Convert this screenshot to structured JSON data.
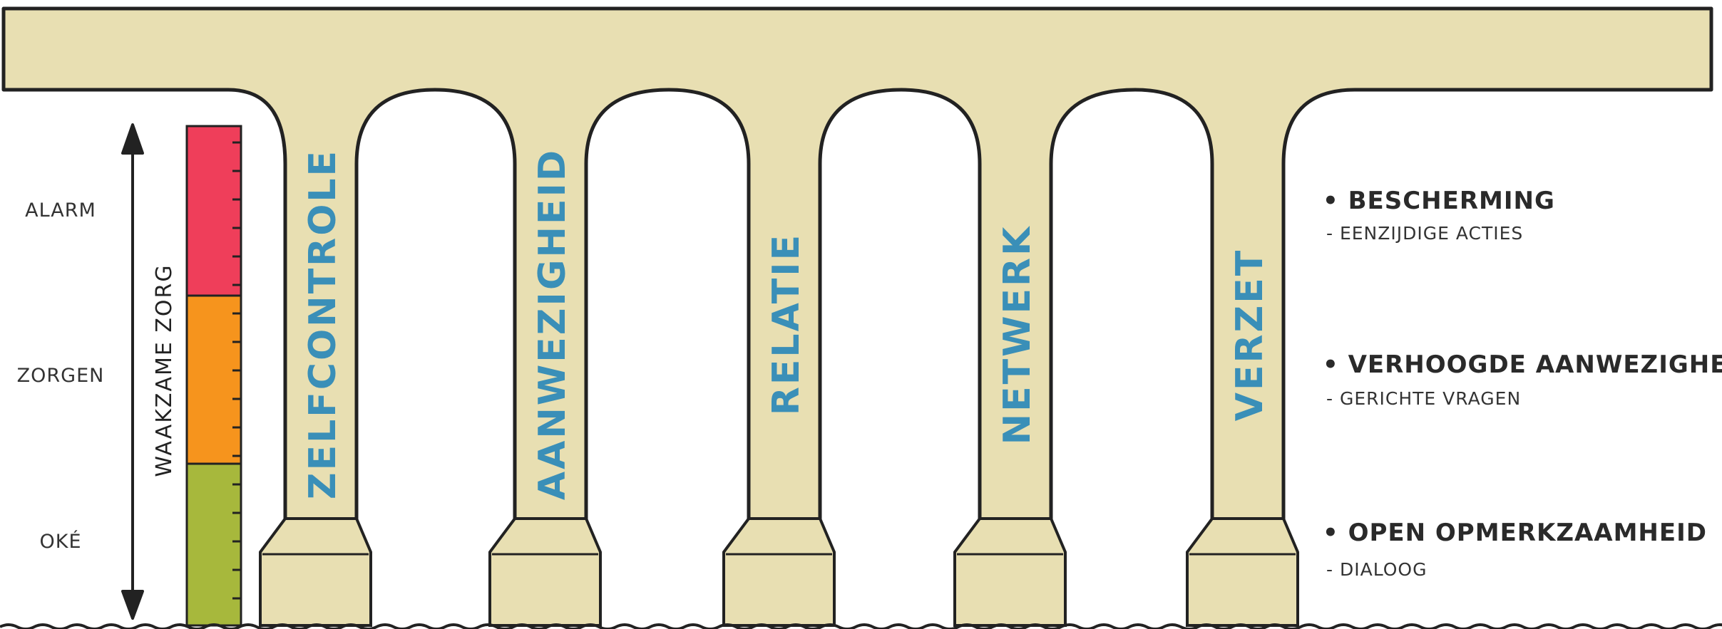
{
  "scale": {
    "title": "WAAKZAME ZORG",
    "levels": [
      {
        "label": "ALARM",
        "color": "#ef3e5a"
      },
      {
        "label": "ZORGEN",
        "color": "#f6941d"
      },
      {
        "label": "OKÉ",
        "color": "#a7b83c"
      }
    ]
  },
  "pillars": [
    {
      "label": "ZELFCONTROLE"
    },
    {
      "label": "AANWEZIGHEID"
    },
    {
      "label": "RELATIE"
    },
    {
      "label": "NETWERK"
    },
    {
      "label": "VERZET"
    }
  ],
  "responses": [
    {
      "heading": "• BESCHERMING",
      "detail": "- EENZIJDIGE ACTIES"
    },
    {
      "heading": "• VERHOOGDE AANWEZIGHEID",
      "detail": "- GERICHTE VRAGEN"
    },
    {
      "heading": "• OPEN OPMERKZAAMHEID",
      "detail": "- DIALOOG"
    }
  ],
  "colors": {
    "bridge_fill": "#e8dfb2",
    "outline": "#222222",
    "pillar_text": "#3a8fb8"
  }
}
